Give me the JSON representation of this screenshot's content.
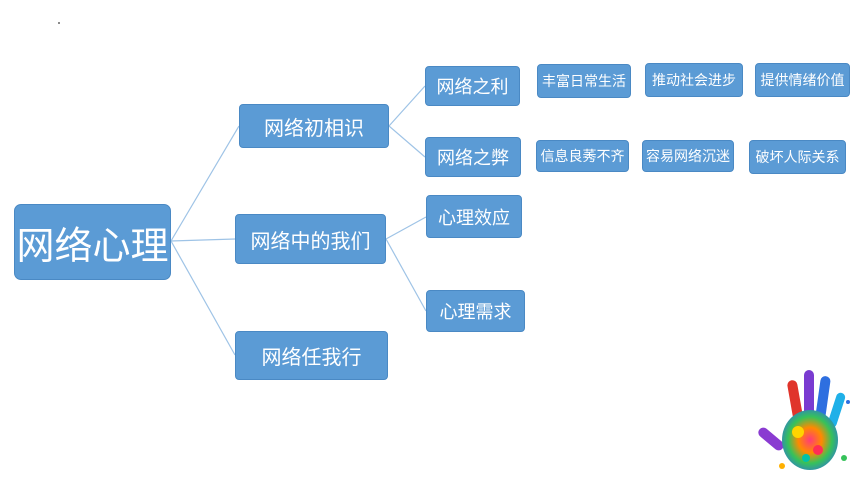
{
  "diagram": {
    "root": "网络心理",
    "branches": [
      {
        "label": "网络初相识",
        "children": [
          {
            "label": "网络之利",
            "children": [
              "丰富日常生活",
              "推动社会进步",
              "提供情绪价值"
            ]
          },
          {
            "label": "网络之弊",
            "children": [
              "信息良莠不齐",
              "容易网络沉迷",
              "破坏人际关系"
            ]
          }
        ]
      },
      {
        "label": "网络中的我们",
        "children": [
          {
            "label": "心理效应"
          },
          {
            "label": "心理需求"
          }
        ]
      },
      {
        "label": "网络任我行"
      }
    ]
  },
  "colors": {
    "node_fill": "#5b9bd5",
    "node_text": "#ffffff",
    "connector": "#9ec3e6"
  },
  "decorations": {
    "corner_image": "colorful-painted-hand-icon"
  }
}
